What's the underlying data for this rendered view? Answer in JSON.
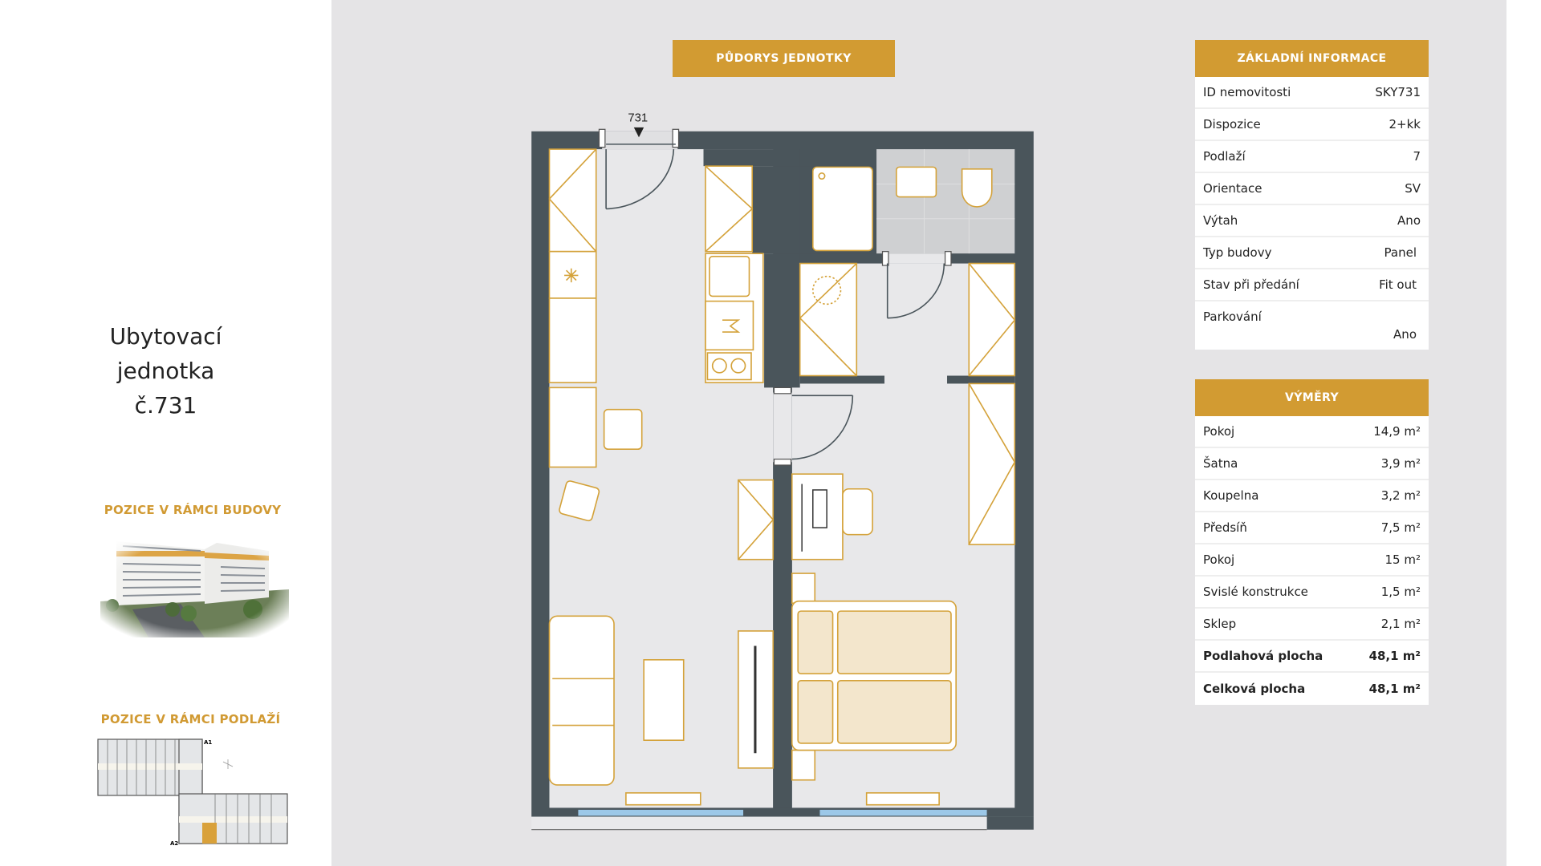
{
  "left": {
    "title_lines": [
      "Ubytovací",
      "jednotka",
      "č.731"
    ],
    "building_section": "POZICE V RÁMCI BUDOVY",
    "floor_section": "POZICE V RÁMCI PODLAŽÍ",
    "minimap_labels": {
      "a1": "A1",
      "a2": "A2"
    }
  },
  "plan": {
    "header": "PŮDORYS JEDNOTKY",
    "unit_label": "731"
  },
  "info": {
    "header": "ZÁKLADNÍ INFORMACE",
    "rows": [
      {
        "label": "ID nemovitosti",
        "value": "SKY731"
      },
      {
        "label": "Dispozice",
        "value": "2+kk"
      },
      {
        "label": "Podlaží",
        "value": "7"
      },
      {
        "label": "Orientace",
        "value": "SV"
      },
      {
        "label": "Výtah",
        "value": "Ano"
      },
      {
        "label": "Typ budovy",
        "value": "Panel"
      },
      {
        "label": "Stav při předání",
        "value": "Fit out"
      },
      {
        "label": "Parkování",
        "value": "Ano"
      }
    ]
  },
  "areas": {
    "header": "VÝMĚRY",
    "rows": [
      {
        "label": "Pokoj",
        "value": "14,9 m²"
      },
      {
        "label": "Šatna",
        "value": "3,9 m²"
      },
      {
        "label": "Koupelna",
        "value": "3,2 m²"
      },
      {
        "label": "Předsíň",
        "value": "7,5 m²"
      },
      {
        "label": "Pokoj",
        "value": "15 m²"
      },
      {
        "label": "Svislé konstrukce",
        "value": "1,5 m²"
      },
      {
        "label": "Sklep",
        "value": "2,1 m²"
      },
      {
        "label": "Podlahová plocha",
        "value": "48,1 m²"
      },
      {
        "label": "Celková plocha",
        "value": "48,1 m²"
      }
    ]
  },
  "colors": {
    "accent": "#d29b32",
    "wall": "#4a555b",
    "floor": "#e8e8ea",
    "window": "#9cc8e8"
  }
}
